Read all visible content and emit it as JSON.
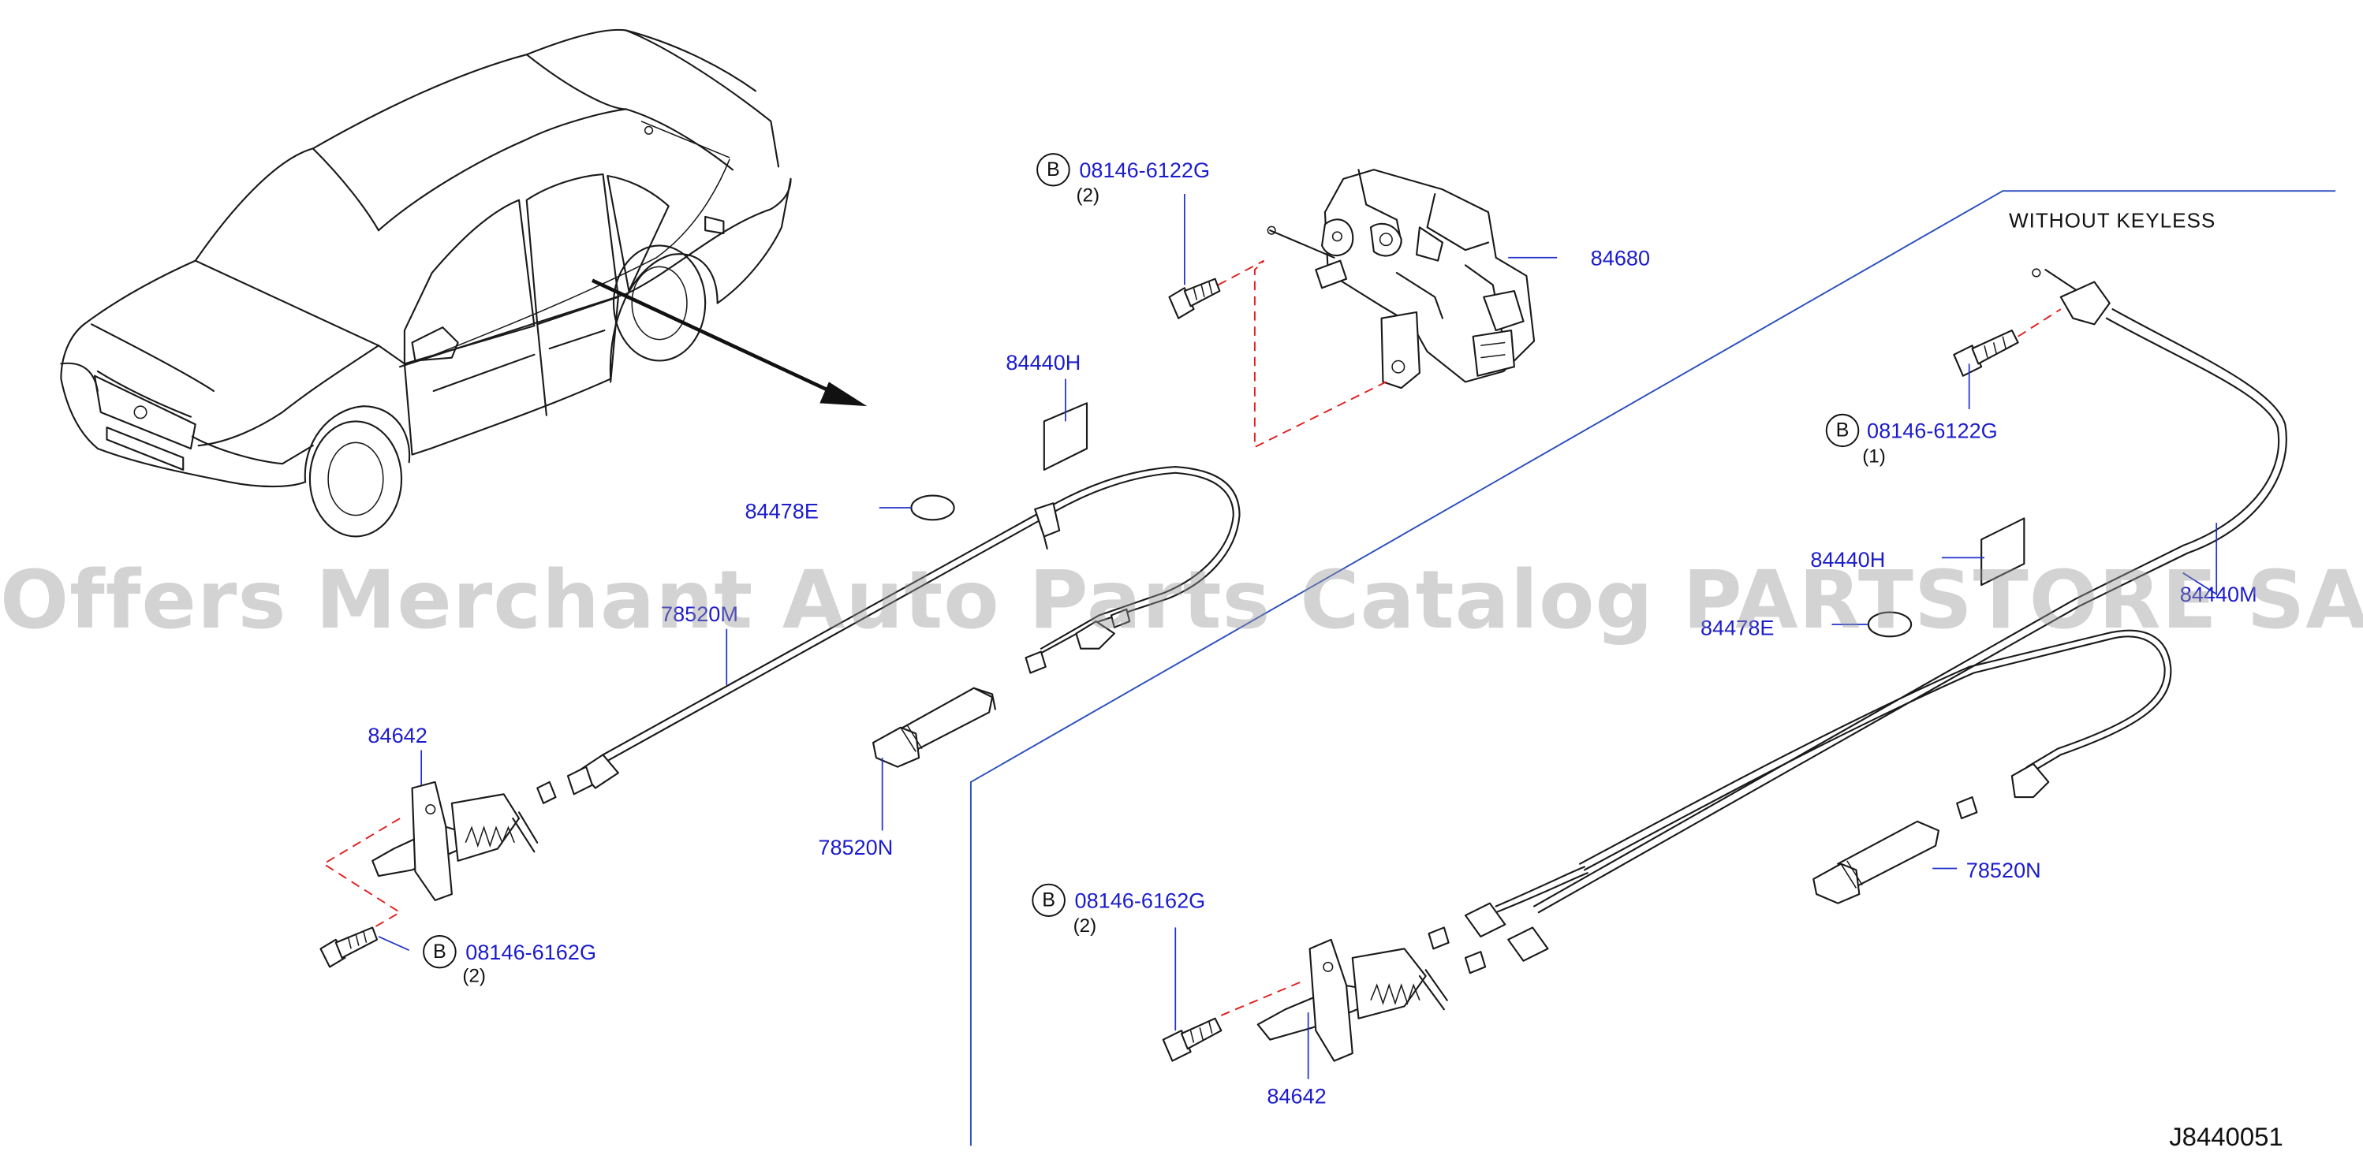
{
  "diagram": {
    "section_header": "WITHOUT   KEYLESS",
    "diagram_code": "J8440051",
    "watermark": "Offers Merchant Auto Parts Catalog PARTSTORE SA",
    "bolt_marker": "B",
    "part_labels": {
      "p84680": "84680",
      "p84440H_left": "84440H",
      "p84478E_left": "84478E",
      "p78520M": "78520M",
      "p84642_left": "84642",
      "p78520N_left": "78520N",
      "p84440H_right": "84440H",
      "p84478E_right": "84478E",
      "p84440M": "84440M",
      "p78520N_right": "78520N",
      "p84642_right": "84642"
    },
    "bolts": {
      "top": {
        "part": "08146-6122G",
        "qty": "(2)"
      },
      "left": {
        "part": "08146-6162G",
        "qty": "(2)"
      },
      "right_top": {
        "part": "08146-6122G",
        "qty": "(1)"
      },
      "bottom": {
        "part": "08146-6162G",
        "qty": "(2)"
      }
    },
    "colors": {
      "label_text": "#1c1ccc",
      "leader_lines": "#2233cc",
      "section_divider": "#2b4fbd",
      "fastener_path": "#e0201e",
      "line_art": "#1a1a1a"
    }
  }
}
